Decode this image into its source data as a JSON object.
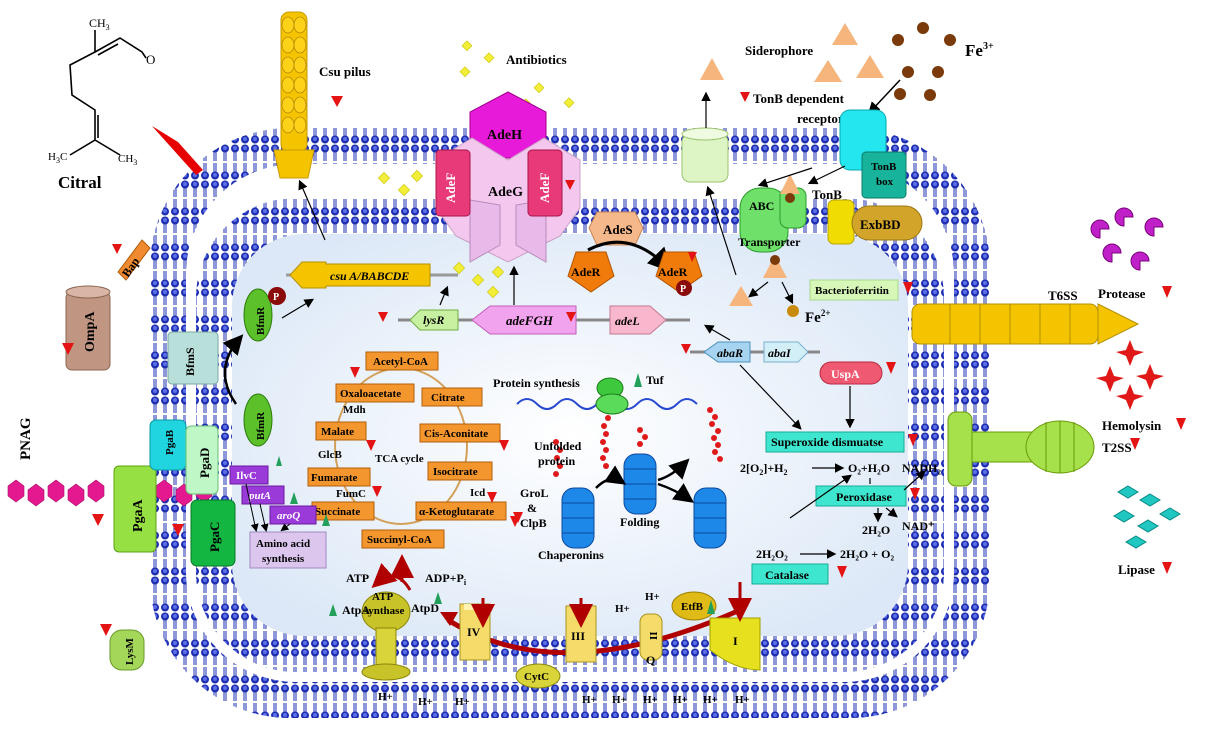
{
  "citral": {
    "label": "Citral",
    "ch3_top": "CH",
    "ch3_sub": "3",
    "h3c": "H",
    "h3c_sub": "3",
    "h3c_c": "C",
    "ch3_r": "CH",
    "ch3_r_sub": "3",
    "o": "O"
  },
  "outer": {
    "csu_pilus": "Csu pilus",
    "antibiotics": "Antibiotics",
    "siderophore": "Siderophore",
    "fe3": "Fe",
    "fe3_sup": "3+",
    "tonb_receptor": "TonB dependent",
    "tonb_receptor2": "receptor",
    "tonb_box": "TonB",
    "tonb_box2": "box",
    "tonb": "TonB",
    "exbbd": "ExbBD",
    "bap": "Bap",
    "ompa": "OmpA",
    "pnag": "PNAG",
    "lysm": "LysM",
    "t6ss": "T6SS",
    "t2ss": "T2SS",
    "protease": "Protease",
    "hemolysin": "Hemolysin",
    "lipase": "Lipase"
  },
  "efflux": {
    "adeh": "AdeH",
    "adeg": "AdeG",
    "adef_l": "AdeF",
    "adef_r": "AdeF",
    "ades": "AdeS",
    "ader": "AdeR",
    "ader_p": "AdeR",
    "p": "P"
  },
  "abc": {
    "label": "ABC",
    "label2": "Transporter"
  },
  "iron": {
    "bacterioferritin": "Bacterioferritin",
    "fe2": "Fe",
    "fe2_sup": "2+"
  },
  "genes": {
    "csu": "csu A/BABCDE",
    "lysr": "lysR",
    "adefgh": "adeFGH",
    "adel": "adeL",
    "abar": "abaR",
    "abai": "abaI"
  },
  "bfm": {
    "bfmr_top": "BfmR",
    "bfmr_bot": "BfmR",
    "bfms": "BfmS",
    "p": "P"
  },
  "pga": {
    "pgab": "PgaB",
    "pgad": "PgaD",
    "pgaa": "PgaA",
    "pgac": "PgaC"
  },
  "amino": {
    "ilvc": "IlvC",
    "puta": "putA",
    "aroq": "aroQ",
    "label": "Amino acid",
    "label2": "synthesis"
  },
  "tca": {
    "acetylcoa": "Acetyl-CoA",
    "oxaloacetate": "Oxaloacetate",
    "citrate": "Citrate",
    "mdh": "Mdh",
    "malate": "Malate",
    "cisaconitate": "Cis-Aconitate",
    "glcb": "GlcB",
    "tca": "TCA cycle",
    "fumarate": "Fumarate",
    "fumc": "FumC",
    "isocitrate": "Isocitrate",
    "icd": "Icd",
    "succinate": "Succinate",
    "ketoglutarate": "α-Ketoglutarate",
    "succinylcoa": "Succinyl-CoA"
  },
  "protein": {
    "synthesis": "Protein synthesis",
    "tuf": "Tuf",
    "unfolded": "Unfolded",
    "unfolded2": "protein",
    "grol": "GroL",
    "amp": "&",
    "clpb": "ClpB",
    "chaperonins": "Chaperonins",
    "folding": "Folding"
  },
  "ros": {
    "uspa": "UspA",
    "sod": "Superoxide dismuatse",
    "sod_eq_l": "2[O",
    "sod_eq_sup": "2",
    "sod_eq_m": "]+H",
    "sod_eq_h": "2",
    "sod_eq_r": "O₂+H₂O",
    "nadh": "NADH₂",
    "peroxidase": "Peroxidase",
    "h2o_2": "2H₂O",
    "nad": "NAD⁺",
    "h2o2": "2H₂O₂",
    "h2o2_r": "2H₂O + O₂",
    "catalase": "Catalase"
  },
  "etc": {
    "atp": "ATP",
    "adp": "ADP+P",
    "adp_sub": "i",
    "atpa": "AtpA",
    "atps": "ATP",
    "atps2": "synthase",
    "atpd": "AtpD",
    "iv": "IV",
    "iii": "III",
    "ii": "II",
    "q": "Q",
    "i": "I",
    "etfb": "EtfB",
    "cytc": "CytC",
    "hplus": "H+"
  },
  "colors": {
    "membrane": "#1e2fb0",
    "cyto": "#e9f0fa",
    "up": "#22a05a",
    "down": "#e41414"
  }
}
